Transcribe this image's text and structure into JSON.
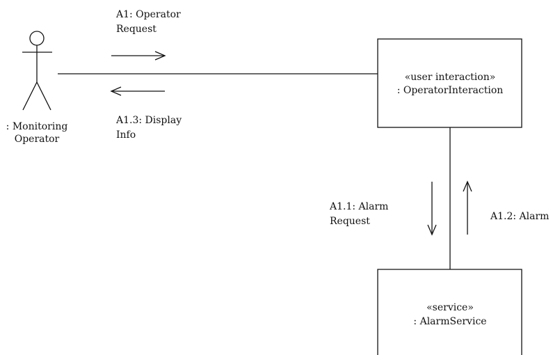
{
  "actor": {
    "name_line1": ": Monitoring",
    "name_line2": "Operator"
  },
  "objects": {
    "operator_interaction": {
      "stereotype": "«user interaction»",
      "name": ": OperatorInteraction"
    },
    "alarm_service": {
      "stereotype": "«service»",
      "name": ": AlarmService"
    }
  },
  "messages": {
    "a1": {
      "line1": "A1: Operator",
      "line2": "Request"
    },
    "a1_3": {
      "line1": "A1.3: Display",
      "line2": "Info"
    },
    "a1_1": {
      "line1": "A1.1: Alarm",
      "line2": "Request"
    },
    "a1_2": {
      "line1": "A1.2: Alarm"
    }
  }
}
